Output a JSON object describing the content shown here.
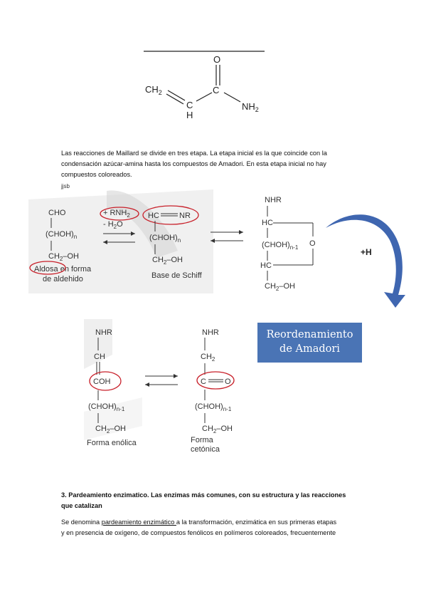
{
  "acrylamide": {
    "ch2": "CH",
    "ch2_sub": "2",
    "c": "C",
    "h": "H",
    "c2": "C",
    "o": "O",
    "nh2": "NH",
    "nh2_sub": "2"
  },
  "paragraph1": {
    "lines": [
      "Las reacciones de Maillard se divide en tres etapa. La etapa inicial es la que coincide con la",
      "condensación azúcar-amina hasta los compuestos de Amadori. En esta etapa inicial no hay",
      "compuestos coloreados."
    ],
    "fragment": "jjsb"
  },
  "scheme1": {
    "aldose": {
      "cho": "CHO",
      "chohn": "(CHOH)",
      "chohn_sub": "n",
      "ch2oh": "CH",
      "ch2oh_sub": "2",
      "ch2oh_tail": "–OH",
      "caption1_a": "Aldosa",
      "caption1_b": " en forma",
      "caption2": "de aldehido"
    },
    "reagent1": "+ RNH",
    "reagent1_sub": "2",
    "reagent2": "- H",
    "reagent2_sub": "2",
    "reagent2_tail": "O",
    "schiff": {
      "hc": "HC",
      "nr": "NR",
      "chohn": "(CHOH)",
      "chohn_sub": "n",
      "ch2oh": "CH",
      "ch2oh_sub": "2",
      "ch2oh_tail": "–OH",
      "caption": "Base de Schiff"
    },
    "cyclic": {
      "nhr": "NHR",
      "hc1": "HC",
      "chohn": "(CHOH)",
      "chohn_sub": "n-1",
      "o": "O",
      "hc2": "HC",
      "ch2oh": "CH",
      "ch2oh_sub": "2",
      "ch2oh_tail": "–OH"
    },
    "plus_h": "+H"
  },
  "scheme2": {
    "enol": {
      "nhr": "NHR",
      "ch": "CH",
      "coh": "COH",
      "chohn": "(CHOH)",
      "chohn_sub": "n-1",
      "ch2oh": "CH",
      "ch2oh_sub": "2",
      "ch2oh_tail": "–OH",
      "caption": "Forma enólica"
    },
    "keto": {
      "nhr": "NHR",
      "ch2": "CH",
      "ch2_sub": "2",
      "c": "C",
      "o": "O",
      "chohn": "(CHOH)",
      "chohn_sub": "n-1",
      "ch2oh": "CH",
      "ch2oh_sub": "2",
      "ch2oh_tail": "–OH",
      "caption1": "Forma",
      "caption2": "cetónica"
    },
    "box_line1": "Reordenamiento",
    "box_line2": "de Amadori"
  },
  "section3": {
    "heading_line1": "3. Pardeamiento enzimatico. Las enzimas más comunes, con su estructura y las reacciones",
    "heading_line2": "que catalizan",
    "body_pre": "Se denomina ",
    "body_link": "pardeamiento enzimático ",
    "body_post": "a la transformación, enzimática en sus primeras etapas",
    "body_line2": "y en presencia de oxígeno, de compuestos fenólicos en polímeros coloreados, frecuentemente"
  },
  "colors": {
    "circle_red": "#c8202a",
    "arrow_blue": "#3f66b0",
    "box_blue": "#4a74b5",
    "watermark": "#e2e2e2"
  }
}
